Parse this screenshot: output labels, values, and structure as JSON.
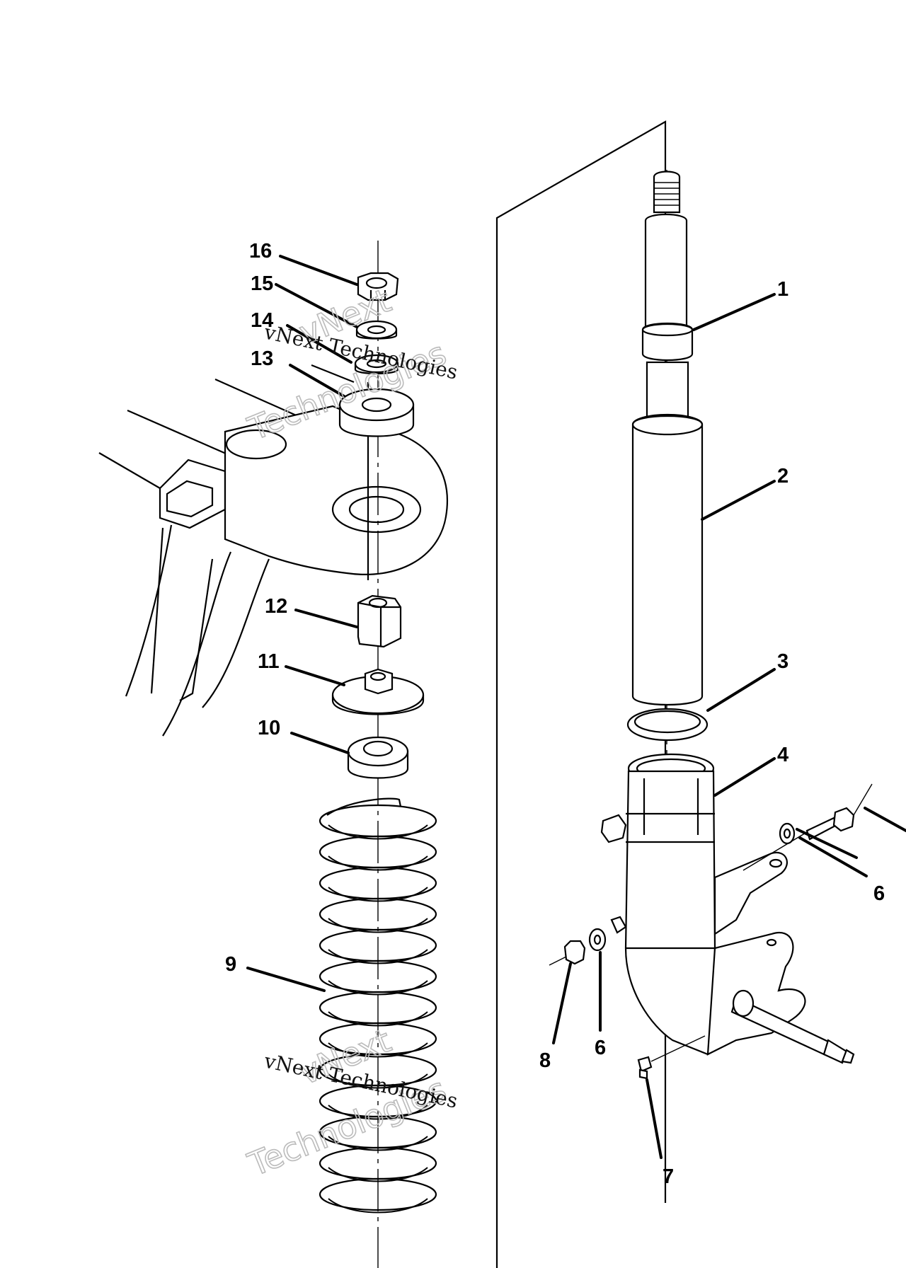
{
  "callouts": [
    {
      "id": "c1",
      "label": "1"
    },
    {
      "id": "c2",
      "label": "2"
    },
    {
      "id": "c3",
      "label": "3"
    },
    {
      "id": "c4",
      "label": "4"
    },
    {
      "id": "c6a",
      "label": "6"
    },
    {
      "id": "c6b",
      "label": "6"
    },
    {
      "id": "c7",
      "label": "7"
    },
    {
      "id": "c8",
      "label": "8"
    },
    {
      "id": "c9",
      "label": "9"
    },
    {
      "id": "c10",
      "label": "10"
    },
    {
      "id": "c11",
      "label": "11"
    },
    {
      "id": "c12",
      "label": "12"
    },
    {
      "id": "c13",
      "label": "13"
    },
    {
      "id": "c14",
      "label": "14"
    },
    {
      "id": "c15",
      "label": "15"
    },
    {
      "id": "c16",
      "label": "16"
    }
  ],
  "watermarks": {
    "top_small": "vNext Technologies",
    "top_large_a": "vNext",
    "top_large_b": "Technologies",
    "bottom_small": "vNext Technologies",
    "bottom_large_a": "vNext",
    "bottom_large_b": "Technologies"
  }
}
